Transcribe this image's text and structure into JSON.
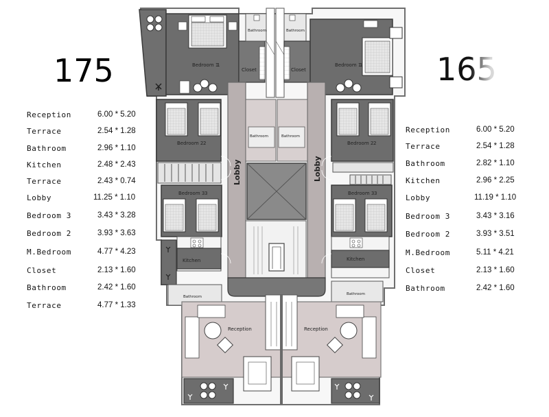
{
  "units": {
    "left": "175",
    "right": "165"
  },
  "specs": {
    "left": [
      {
        "label": "Reception",
        "value": "6.00 * 5.20"
      },
      {
        "label": "Terrace",
        "value": "2.54 * 1.28"
      },
      {
        "label": "Bathroom",
        "value": "2.96 * 1.10"
      },
      {
        "label": "Kitchen",
        "value": "2.48 * 2.43"
      },
      {
        "label": "Terrace",
        "value": "2.43 * 0.74"
      },
      {
        "label": "Lobby",
        "value": "11.25 * 1.10"
      },
      {
        "label": "Bedroom 3",
        "value": "3.43 * 3.28"
      },
      {
        "label": "Bedroom 2",
        "value": "3.93 * 3.63"
      },
      {
        "label": "M.Bedroom",
        "value": "4.77 * 4.23"
      },
      {
        "label": "Closet",
        "value": "2.13 * 1.60"
      },
      {
        "label": "Bathroom",
        "value": "2.42 * 1.60"
      },
      {
        "label": "Terrace",
        "value": "4.77 * 1.33"
      }
    ],
    "right": [
      {
        "label": "Reception",
        "value": "6.00 * 5.20"
      },
      {
        "label": "Terrace",
        "value": "2.54 * 1.28"
      },
      {
        "label": "Bathroom",
        "value": "2.82 * 1.10"
      },
      {
        "label": "Kitchen",
        "value": "2.96 * 2.25"
      },
      {
        "label": "Lobby",
        "value": "11.19 * 1.10"
      },
      {
        "label": "Bedroom 3",
        "value": "3.43 * 3.16"
      },
      {
        "label": "Bedroom 2",
        "value": "3.93 * 3.51"
      },
      {
        "label": "M.Bedroom",
        "value": "5.11 * 4.21"
      },
      {
        "label": "Closet",
        "value": "2.13 * 1.60"
      },
      {
        "label": "Bathroom",
        "value": "2.42 * 1.60"
      }
    ]
  },
  "plan": {
    "rooms": {
      "bedroom1": "Bedroom 1",
      "bedroom2": "Bedroom 2",
      "bedroom3": "Bedroom 3",
      "closet": "Closet",
      "bathroom": "Bathroom",
      "kitchen": "Kitchen",
      "reception": "Reception",
      "lobby": "Lobby"
    }
  }
}
